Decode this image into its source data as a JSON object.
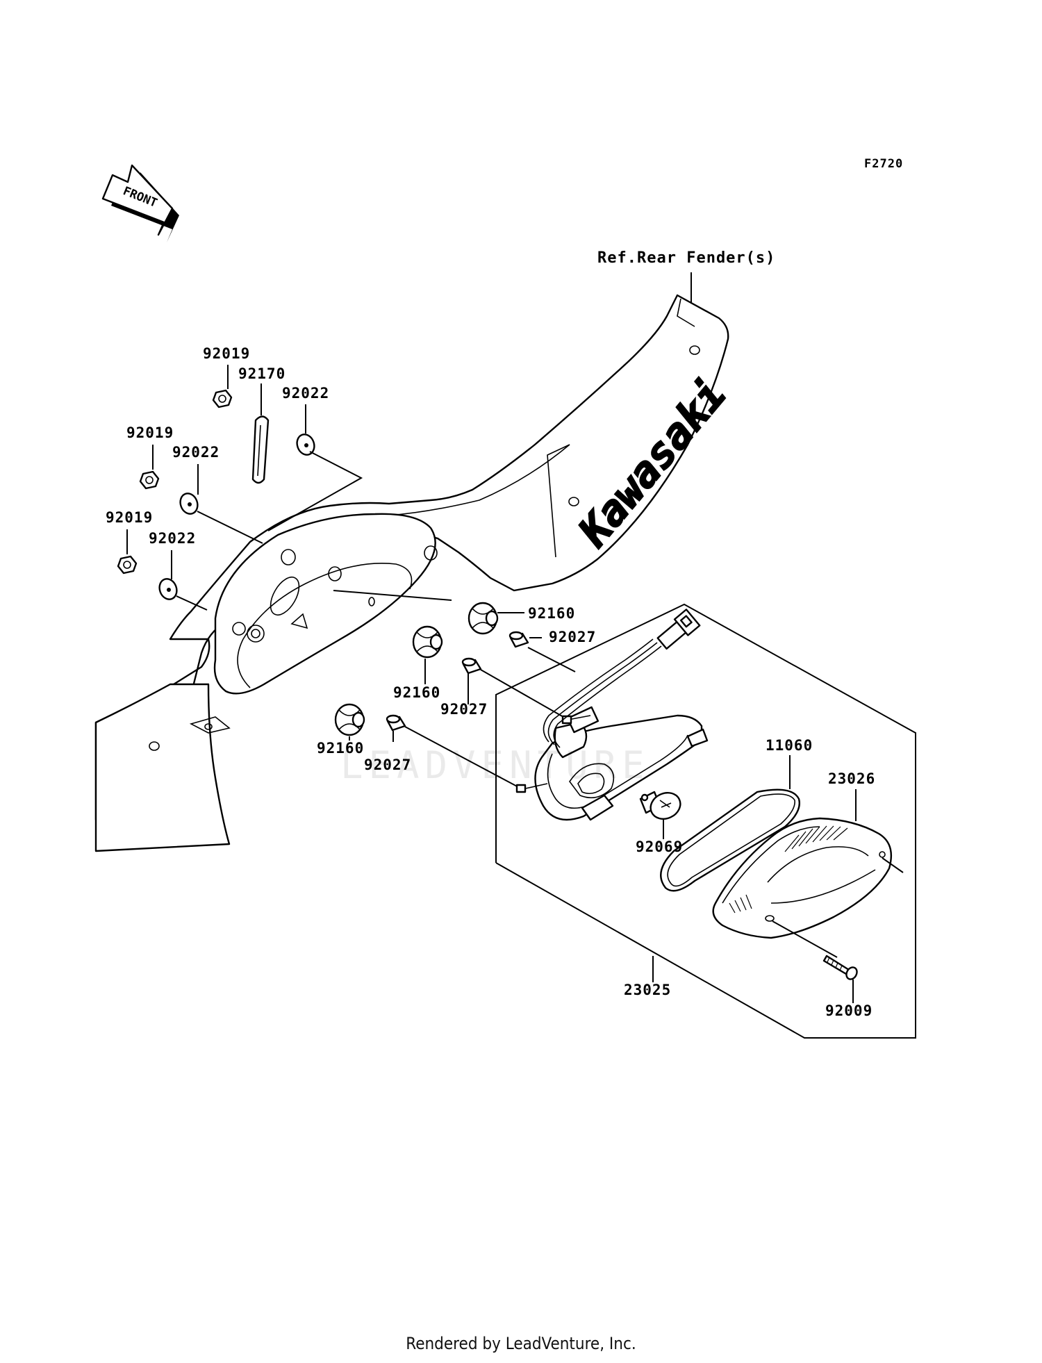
{
  "diagram_code": "F2720",
  "front_indicator": "FRONT",
  "reference_label": "Ref.Rear Fender(s)",
  "fender_brand": "Kawasaki",
  "fender_brand_partial": "saki",
  "watermark": "LEADVENTURE",
  "footer": "Rendered by LeadVenture, Inc.",
  "parts": {
    "nut_top": "92019",
    "strap": "92170",
    "washer_top": "92022",
    "nut_mid": "92019",
    "washer_mid": "92022",
    "nut_low": "92019",
    "washer_low": "92022",
    "grommet_right": "92160",
    "collar_right": "92027",
    "grommet_center": "92160",
    "collar_center": "92027",
    "grommet_left": "92160",
    "collar_left": "92027",
    "gasket": "11060",
    "lens": "23026",
    "bulb": "92069",
    "tail_lamp_assy": "23025",
    "screw": "92009"
  }
}
